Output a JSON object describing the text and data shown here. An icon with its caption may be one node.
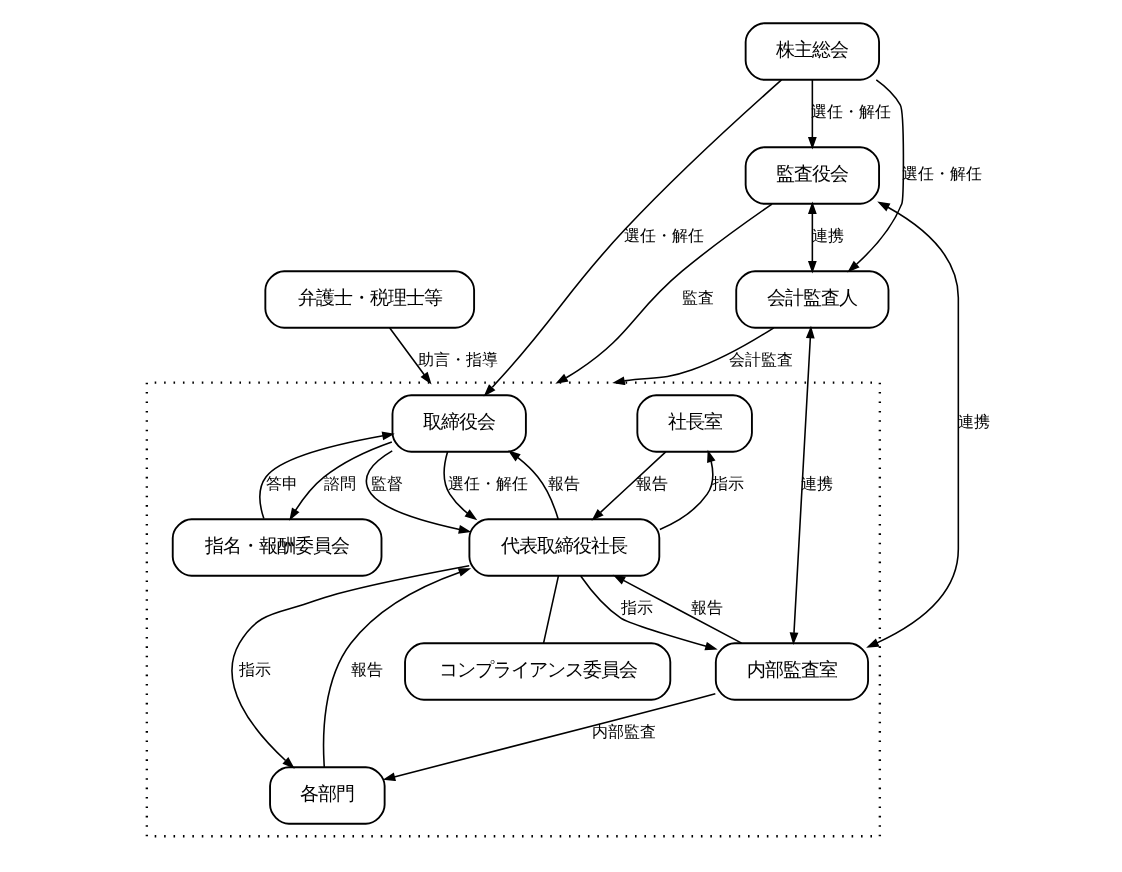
{
  "diagram": {
    "nodes": [
      {
        "text": [
          "株主総会"
        ]
      },
      {
        "text": [],
        "shape": "box"
      },
      {
        "text": [
          "取締役会"
        ],
        "in": 1
      },
      {
        "text": [
          "指名・報酬委員会"
        ],
        "in": 1
      },
      {
        "text": [
          "社長室"
        ],
        "in": 1
      },
      {
        "text": [
          "代表取締役社長"
        ],
        "in": 1
      },
      {
        "text": [
          "内部監査室"
        ],
        "in": 1
      },
      {
        "text": [
          "コンプライアンス委員会"
        ],
        "in": 1
      },
      {
        "text": [
          "各部門"
        ],
        "in": 1
      },
      {
        "text": [
          "監査役会"
        ]
      },
      {
        "text": [
          "会計監査人"
        ]
      },
      {
        "text": [
          "弁護士・税理士等"
        ]
      }
    ],
    "edges": [
      {
        "from": 0,
        "to": 2,
        "arrow": "to",
        "label": "選任・解任"
      },
      {
        "from": 0,
        "to": 9,
        "arrow": "to",
        "label": "選任・解任"
      },
      {
        "from": 0,
        "to": 10,
        "arrow": "to",
        "label": "選任・解任"
      },
      {
        "from": 2,
        "to": 3,
        "arrow": "to",
        "label": "諮問"
      },
      {
        "from": 3,
        "to": 2,
        "arrow": "to",
        "label": "答申"
      },
      {
        "from": 5,
        "to": 2,
        "arrow": "to",
        "label": "報告"
      },
      {
        "from": 2,
        "to": 5,
        "arrow": "to",
        "label": "監督"
      },
      {
        "from": 2,
        "to": 5,
        "arrow": "to",
        "label": "選任・解任"
      },
      {
        "from": 5,
        "to": 4,
        "arrow": "to",
        "label": "指示"
      },
      {
        "from": 4,
        "to": 5,
        "arrow": "to",
        "label": "報告"
      },
      {
        "from": 6,
        "to": 5,
        "arrow": "to",
        "label": "報告"
      },
      {
        "from": 5,
        "to": 6,
        "arrow": "to",
        "label": "指示"
      },
      {
        "from": 5,
        "to": 7,
        "arrow": "none"
      },
      {
        "from": 5,
        "to": 8,
        "arrow": "to",
        "label": "指示"
      },
      {
        "from": 8,
        "to": 5,
        "arrow": "to",
        "label": "報告"
      },
      {
        "from": 6,
        "to": 8,
        "arrow": "to",
        "label": "内部監査"
      },
      {
        "from": 9,
        "to": 1,
        "arrow": "to",
        "label": "監査"
      },
      {
        "from": 9,
        "to": 6,
        "arrow": "both",
        "label": "連携"
      },
      {
        "from": 9,
        "to": 10,
        "arrow": "both",
        "label": "連携"
      },
      {
        "from": 10,
        "to": 6,
        "arrow": "both",
        "label": "連携"
      },
      {
        "from": 10,
        "to": 1,
        "arrow": "to",
        "label": "会計監査"
      },
      {
        "from": 11,
        "to": 1,
        "arrow": "to",
        "label": "助言・指導"
      }
    ]
  }
}
